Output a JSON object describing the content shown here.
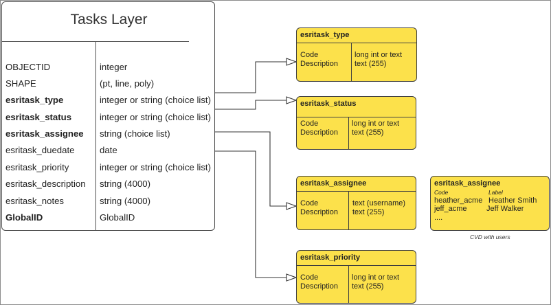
{
  "main_table": {
    "title": "Tasks Layer",
    "fields": [
      {
        "name": "OBJECTID",
        "type": "integer",
        "bold": false
      },
      {
        "name": "SHAPE",
        "type": "(pt, line, poly)",
        "bold": false
      },
      {
        "name": "esritask_type",
        "type": "integer or string (choice list)",
        "bold": true
      },
      {
        "name": "esritask_status",
        "type": "integer or string (choice list)",
        "bold": true
      },
      {
        "name": "esritask_assignee",
        "type": "string (choice list)",
        "bold": true
      },
      {
        "name": "esritask_duedate",
        "type": "date",
        "bold": false
      },
      {
        "name": "esritask_priority",
        "type": "integer or string (choice list)",
        "bold": false
      },
      {
        "name": "esritask_description",
        "type": "string (4000)",
        "bold": false
      },
      {
        "name": "esritask_notes",
        "type": "string (4000)",
        "bold": false
      },
      {
        "name": "GlobalID",
        "type": "GlobalID",
        "bold": true
      }
    ]
  },
  "domain_boxes": {
    "type": {
      "title": "esritask_type",
      "code_label": "Code",
      "description_label": "Description",
      "code_type": "long int or text",
      "description_type": "text (255)"
    },
    "status": {
      "title": "esritask_status",
      "code_label": "Code",
      "description_label": "Description",
      "code_type": "long int or text",
      "description_type": "text (255)"
    },
    "assignee": {
      "title": "esritask_assignee",
      "code_label": "Code",
      "description_label": "Description",
      "code_type": "text  (username)",
      "description_type": "text (255)"
    },
    "priority": {
      "title": "esritask_priority",
      "code_label": "Code",
      "description_label": "Description",
      "code_type": "long int or text",
      "description_type": "text (255)"
    }
  },
  "cvd_box": {
    "title": "esritask_assignee",
    "code_header": "Code",
    "label_header": "Label",
    "rows": [
      {
        "code": "heather_acme",
        "label": "Heather Smith"
      },
      {
        "code": "jeff_acme",
        "label": "Jeff Walker"
      },
      {
        "code": "....",
        "label": ""
      }
    ],
    "caption": "CVD with users"
  },
  "colors": {
    "box_fill": "#fce14b",
    "outline": "#3f3f3f"
  }
}
